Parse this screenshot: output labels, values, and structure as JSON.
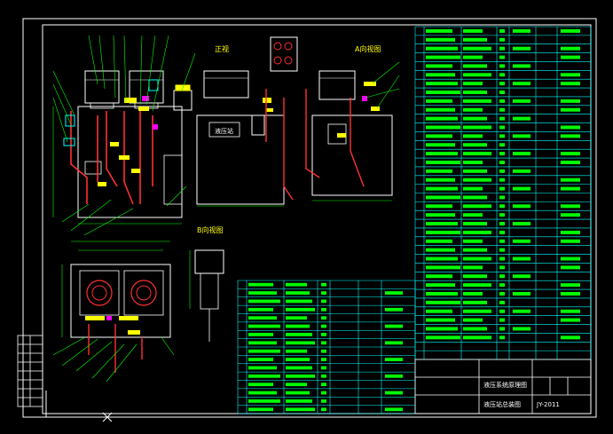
{
  "view_labels": {
    "front_view": "正视",
    "side_view": "A向视图",
    "top_view": "B向视图"
  },
  "tank_label": "液压站",
  "colors": {
    "background": "#000000",
    "frame": "#ffffff",
    "outline": "#ffffff",
    "table_lines": "#00ffff",
    "table_text": "#00ff00",
    "dimension": "#00ff00",
    "leader": "#ff0000",
    "pipe": "#ff3030",
    "valve": "#ffff00",
    "motor": "#ffffff",
    "highlight": "#ff00ff"
  },
  "title_block": {
    "project": "液压系统原理图",
    "drawing": "液压站总装图",
    "code": "JY-2011"
  },
  "icons": [
    "coordinate-axis-icon"
  ]
}
